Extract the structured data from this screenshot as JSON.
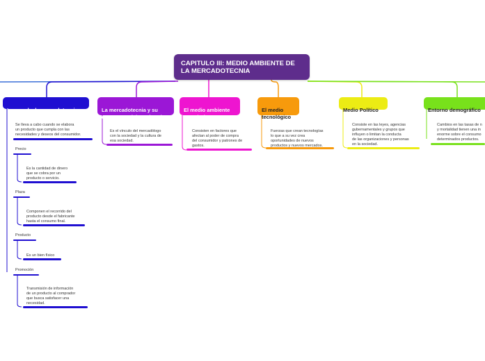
{
  "root": {
    "label": "CAPITULO III: MEDIO AMBIENTE DE LA MERCADOTECNIA"
  },
  "branches": [
    {
      "title": "La mezcla de mercadotecnia",
      "color": "#1f0fd1",
      "description": "Se lleva a cabo cuando se elabora\nun producto que cumpla con las\nnecesidades y deseos del consumidor.",
      "subtopics": [
        {
          "label": "Precio",
          "description": "Es la cantidad de dinero\nque se cobra por un\nproducto o servicio."
        },
        {
          "label": "Plaza",
          "description": "Componen el recorrido del\nproducto desde el fabricante\nhasta el consumo final."
        },
        {
          "label": "Producto",
          "description": "Es un bien físico"
        },
        {
          "label": "Promoción",
          "description": "Transmisión de información\nde un producto al comprador\nque busca satisfacer una\nnecesidad."
        }
      ]
    },
    {
      "title": "La mercadotecnia y su\nentorno social y cultural",
      "color": "#9b17d6",
      "description": "Es el vínculo del mercadólogo\ncon la sociedad y la cultura de\nesa sociedad."
    },
    {
      "title": "El medio ambiente\neconómico",
      "color": "#ee15d0",
      "description": "Consisten en factores que\nafectan al poder de compra\ndel consumidor y patrones de\ngastos."
    },
    {
      "title": "El medio\ntecnológico",
      "color": "#f79a0c",
      "description": "Fuerzas que crean tecnologías\nlo que a su vez crea\noportunidades de nuevos\nproductos  y nuevos mercados."
    },
    {
      "title": "Medio Político",
      "color": "#ecec14",
      "description": "Consiste en las leyes, agencias\ngubernamentales y grupos que\ninfluyen o limitan la conducta\nde las organizaciones y personas\nen la sociedad."
    },
    {
      "title": "Entorno demográfico",
      "color": "#78e11b",
      "description": "Cambios en las tasas de n\ny mortalidad tienen una in\nenorme sobre el consumo\ndeterminados productos."
    }
  ]
}
